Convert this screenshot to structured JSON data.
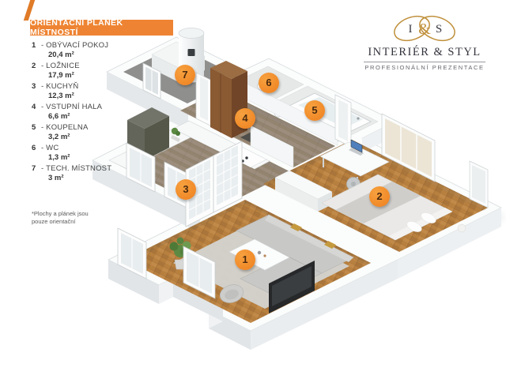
{
  "banner": {
    "title": "ORIENTAČNÍ PLÁNEK MÍSTNOSTÍ"
  },
  "legend": {
    "separator": "-",
    "items": [
      {
        "num": "1",
        "name": "OBÝVACÍ POKOJ",
        "area": "20,4 m²"
      },
      {
        "num": "2",
        "name": "LOŽNICE",
        "area": "17,9 m²"
      },
      {
        "num": "3",
        "name": "KUCHYŇ",
        "area": "12,3 m²"
      },
      {
        "num": "4",
        "name": "VSTUPNÍ HALA",
        "area": "6,6 m²"
      },
      {
        "num": "5",
        "name": "KOUPELNA",
        "area": "3,2 m²"
      },
      {
        "num": "6",
        "name": "WC",
        "area": "1,3 m²"
      },
      {
        "num": "7",
        "name": "TECH. MÍSTNOST",
        "area": "3 m²"
      }
    ]
  },
  "footnote": {
    "line1": "*Plochy a plánek jsou",
    "line2": "pouze orientační"
  },
  "logo": {
    "initial_left": "I",
    "ampersand": "&",
    "initial_right": "S",
    "name": "INTERIÉR & STYL",
    "tagline": "PROFESIONÁLNÍ PREZENTACE"
  },
  "markers": [
    {
      "label": "1"
    },
    {
      "label": "2"
    },
    {
      "label": "3"
    },
    {
      "label": "4"
    },
    {
      "label": "5"
    },
    {
      "label": "6"
    },
    {
      "label": "7"
    }
  ],
  "colors": {
    "accent": "#EE8433",
    "marker_orange": "#F08522",
    "logo_gold": "#C0903C",
    "parquet": "#BA8245",
    "wood_gray": "#9A8B7B"
  }
}
